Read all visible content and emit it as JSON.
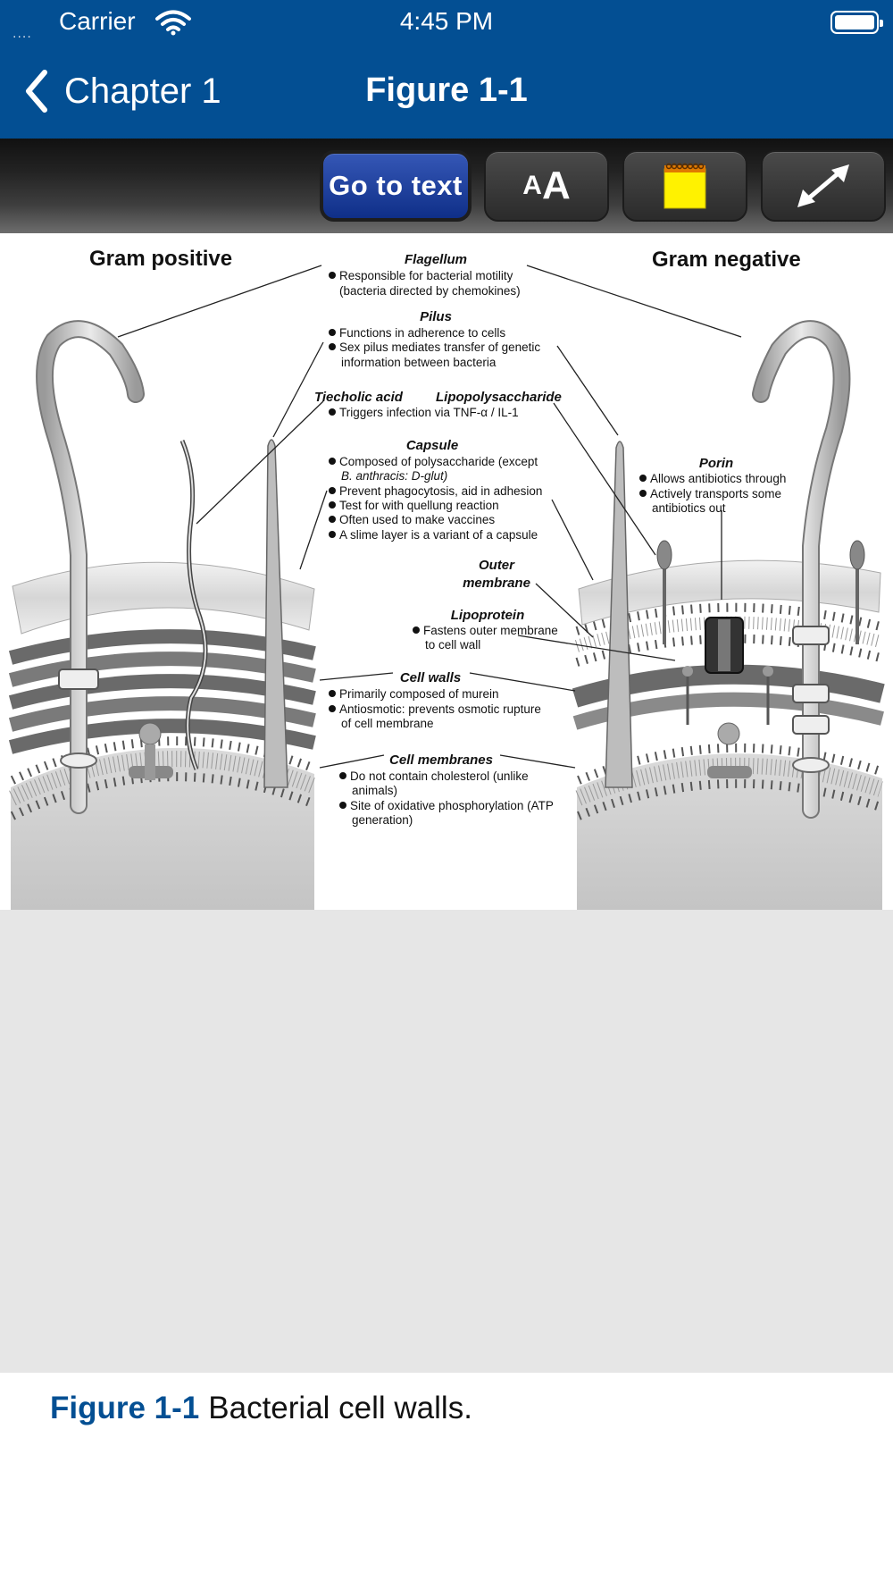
{
  "status_bar": {
    "signal": "....",
    "carrier": "Carrier",
    "time": "4:45 PM"
  },
  "nav": {
    "back_label": "Chapter 1",
    "title": "Figure 1-1"
  },
  "toolbar": {
    "go_to_text_label": "Go to text",
    "font_small": "A",
    "font_large": "A",
    "note_icon": "sticky-note-icon",
    "expand_icon": "expand-arrows-icon"
  },
  "figure": {
    "gram_positive": "Gram positive",
    "gram_negative": "Gram negative",
    "flagellum": {
      "title": "Flagellum",
      "lines": [
        "Responsible for bacterial motility",
        "(bacteria directed by chemokines)"
      ]
    },
    "pilus": {
      "title": "Pilus",
      "lines": [
        "Functions in adherence to cells",
        "Sex pilus mediates transfer of genetic",
        "information between bacteria"
      ]
    },
    "teichoic": {
      "title": "Tiecholic acid",
      "line": "Triggers infection via TNF-α / IL-1"
    },
    "lps": {
      "title": "Lipopolysaccharide"
    },
    "capsule": {
      "title": "Capsule",
      "lines": [
        "Composed of polysaccharide (except",
        "B. anthracis: D-glut)",
        "Prevent phagocytosis, aid in adhesion",
        "Test for with quellung reaction",
        "Often used to make vaccines",
        "A slime layer is a variant of a capsule"
      ]
    },
    "porin": {
      "title": "Porin",
      "lines": [
        "Allows antibiotics through",
        "Actively transports some",
        "antibiotics out"
      ]
    },
    "outer_membrane": {
      "line1": "Outer",
      "line2": "membrane"
    },
    "lipoprotein": {
      "title": "Lipoprotein",
      "lines": [
        "Fastens outer membrane",
        "to cell wall"
      ]
    },
    "cell_walls": {
      "title": "Cell walls",
      "lines": [
        "Primarily composed of murein",
        "Antiosmotic: prevents osmotic rupture",
        "of cell membrane"
      ]
    },
    "cell_membranes": {
      "title": "Cell membranes",
      "lines": [
        "Do not contain cholesterol (unlike",
        "animals)",
        "Site of oxidative phosphorylation (ATP",
        "generation)"
      ]
    }
  },
  "caption": {
    "figure_label": "Figure 1-1",
    "text": "Bacterial cell walls."
  }
}
